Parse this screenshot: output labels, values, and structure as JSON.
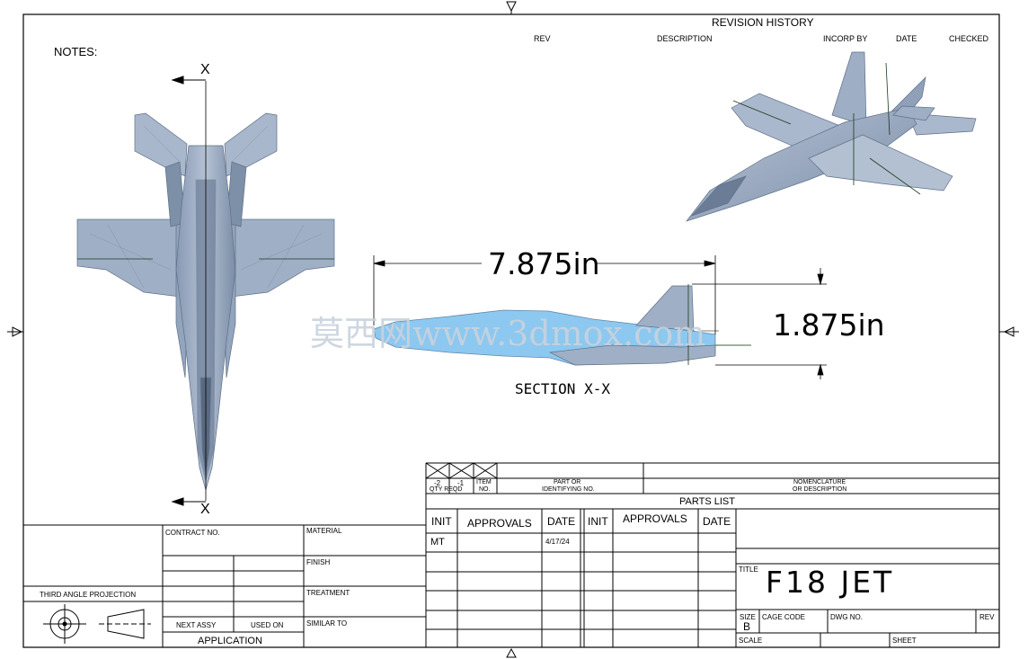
{
  "notes_label": "NOTES:",
  "revision": {
    "title": "REVISION  HISTORY",
    "columns": [
      "REV",
      "DESCRIPTION",
      "INCORP BY",
      "DATE",
      "CHECKED"
    ]
  },
  "drawing": {
    "section_marker": "X",
    "section_label": "SECTION  X-X",
    "length_dim": "7.875in",
    "height_dim": "1.875in",
    "watermark": "莫西网www.3dmox.com"
  },
  "parts_list": {
    "col_qty": "QTY  REQD",
    "col_qty_a": "-2",
    "col_qty_b": "-1",
    "col_item_a": "ITEM",
    "col_item_b": "NO.",
    "col_part_a": "PART  OR",
    "col_part_b": "IDENTIFYING NO.",
    "col_nom_a": "NOMENCLATURE",
    "col_nom_b": "OR DESCRIPTION",
    "title": "PARTS  LIST"
  },
  "approvals": {
    "init_label": "INIT",
    "approvals_label": "APPROVALS",
    "date_label": "DATE",
    "init_value": "MT",
    "date_value": "4/17/24"
  },
  "left_block": {
    "contract_no": "CONTRACT NO.",
    "third_angle": "THIRD  ANGLE  PROJECTION",
    "next_assy": "NEXT ASSY",
    "used_on": "USED ON",
    "application": "APPLICATION"
  },
  "material_block": {
    "material": "MATERIAL",
    "finish": "FINISH",
    "treatment": "TREATMENT",
    "similar_to": "SIMILAR TO"
  },
  "title_block": {
    "title_label": "TITLE",
    "title_value": "F18  JET",
    "size_label": "SIZE",
    "size_value": "B",
    "cage_code": "CAGE CODE",
    "dwg_no": "DWG NO.",
    "rev": "REV",
    "scale": "SCALE",
    "sheet": "SHEET"
  },
  "colors": {
    "jet_fill": "#9fb0c6",
    "jet_dark": "#6f809a",
    "section_fill": "#8cc8f0"
  }
}
